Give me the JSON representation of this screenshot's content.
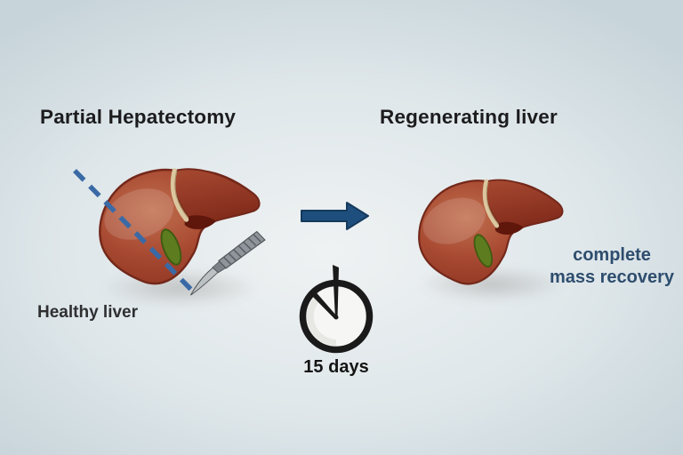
{
  "figure": {
    "left_panel": {
      "title": "Partial Hepatectomy",
      "caption": "Healthy liver"
    },
    "middle": {
      "duration": "15 days"
    },
    "right_panel": {
      "title": "Regenerating liver",
      "result": [
        "complete",
        "mass recovery"
      ]
    }
  },
  "icons": {
    "left_liver": "liver-icon",
    "incision": "dashed-incision-line",
    "scalpel": "scalpel-icon",
    "arrow": "right-arrow-icon",
    "clock": "clock-icon",
    "right_liver": "liver-icon"
  },
  "colors": {
    "background_center": "#eff2f3",
    "background_edge": "#c7d4da",
    "title_text": "#1c1c1e",
    "caption_text": "#2f2f31",
    "duration_text": "#141414",
    "recovery_text": "#2e4d6e",
    "arrow_blue": "#1e4e7d",
    "arrow_outline": "#153a5c",
    "dash_blue": "#3a6aa6",
    "clock_black": "#1a1a1a",
    "liver_main": "#a84a32",
    "liver_dark": "#80291a",
    "liver_highlight": "#c1704f",
    "liver_outline": "#73281a",
    "fissure_cream": "#dbc7a0",
    "gallbladder_green": "#5d7c1f",
    "scalpel_gray": "#8f959a"
  }
}
